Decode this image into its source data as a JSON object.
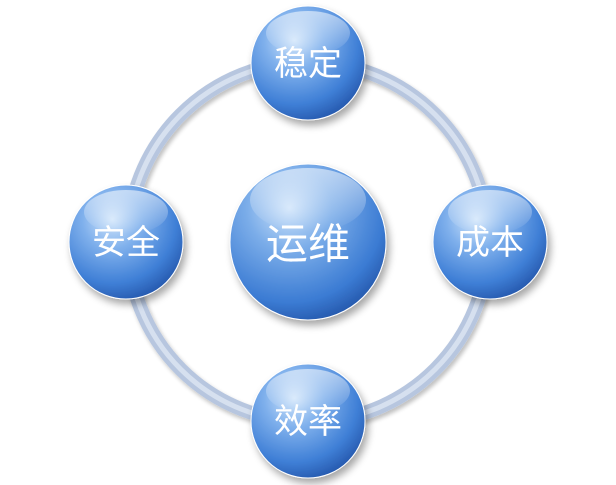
{
  "center": {
    "label": "运维"
  },
  "nodes": [
    {
      "key": "top",
      "label": "稳定"
    },
    {
      "key": "right",
      "label": "成本"
    },
    {
      "key": "bottom",
      "label": "效率"
    },
    {
      "key": "left",
      "label": "安全"
    }
  ],
  "colors": {
    "ring": "#b7c6df",
    "ring_dark": "#9fb1cf",
    "node_light": "#b9d6f5",
    "node_mid": "#5f97e2",
    "node_dark": "#2a63bd",
    "label": "#ffffff",
    "background": "#ffffff"
  }
}
